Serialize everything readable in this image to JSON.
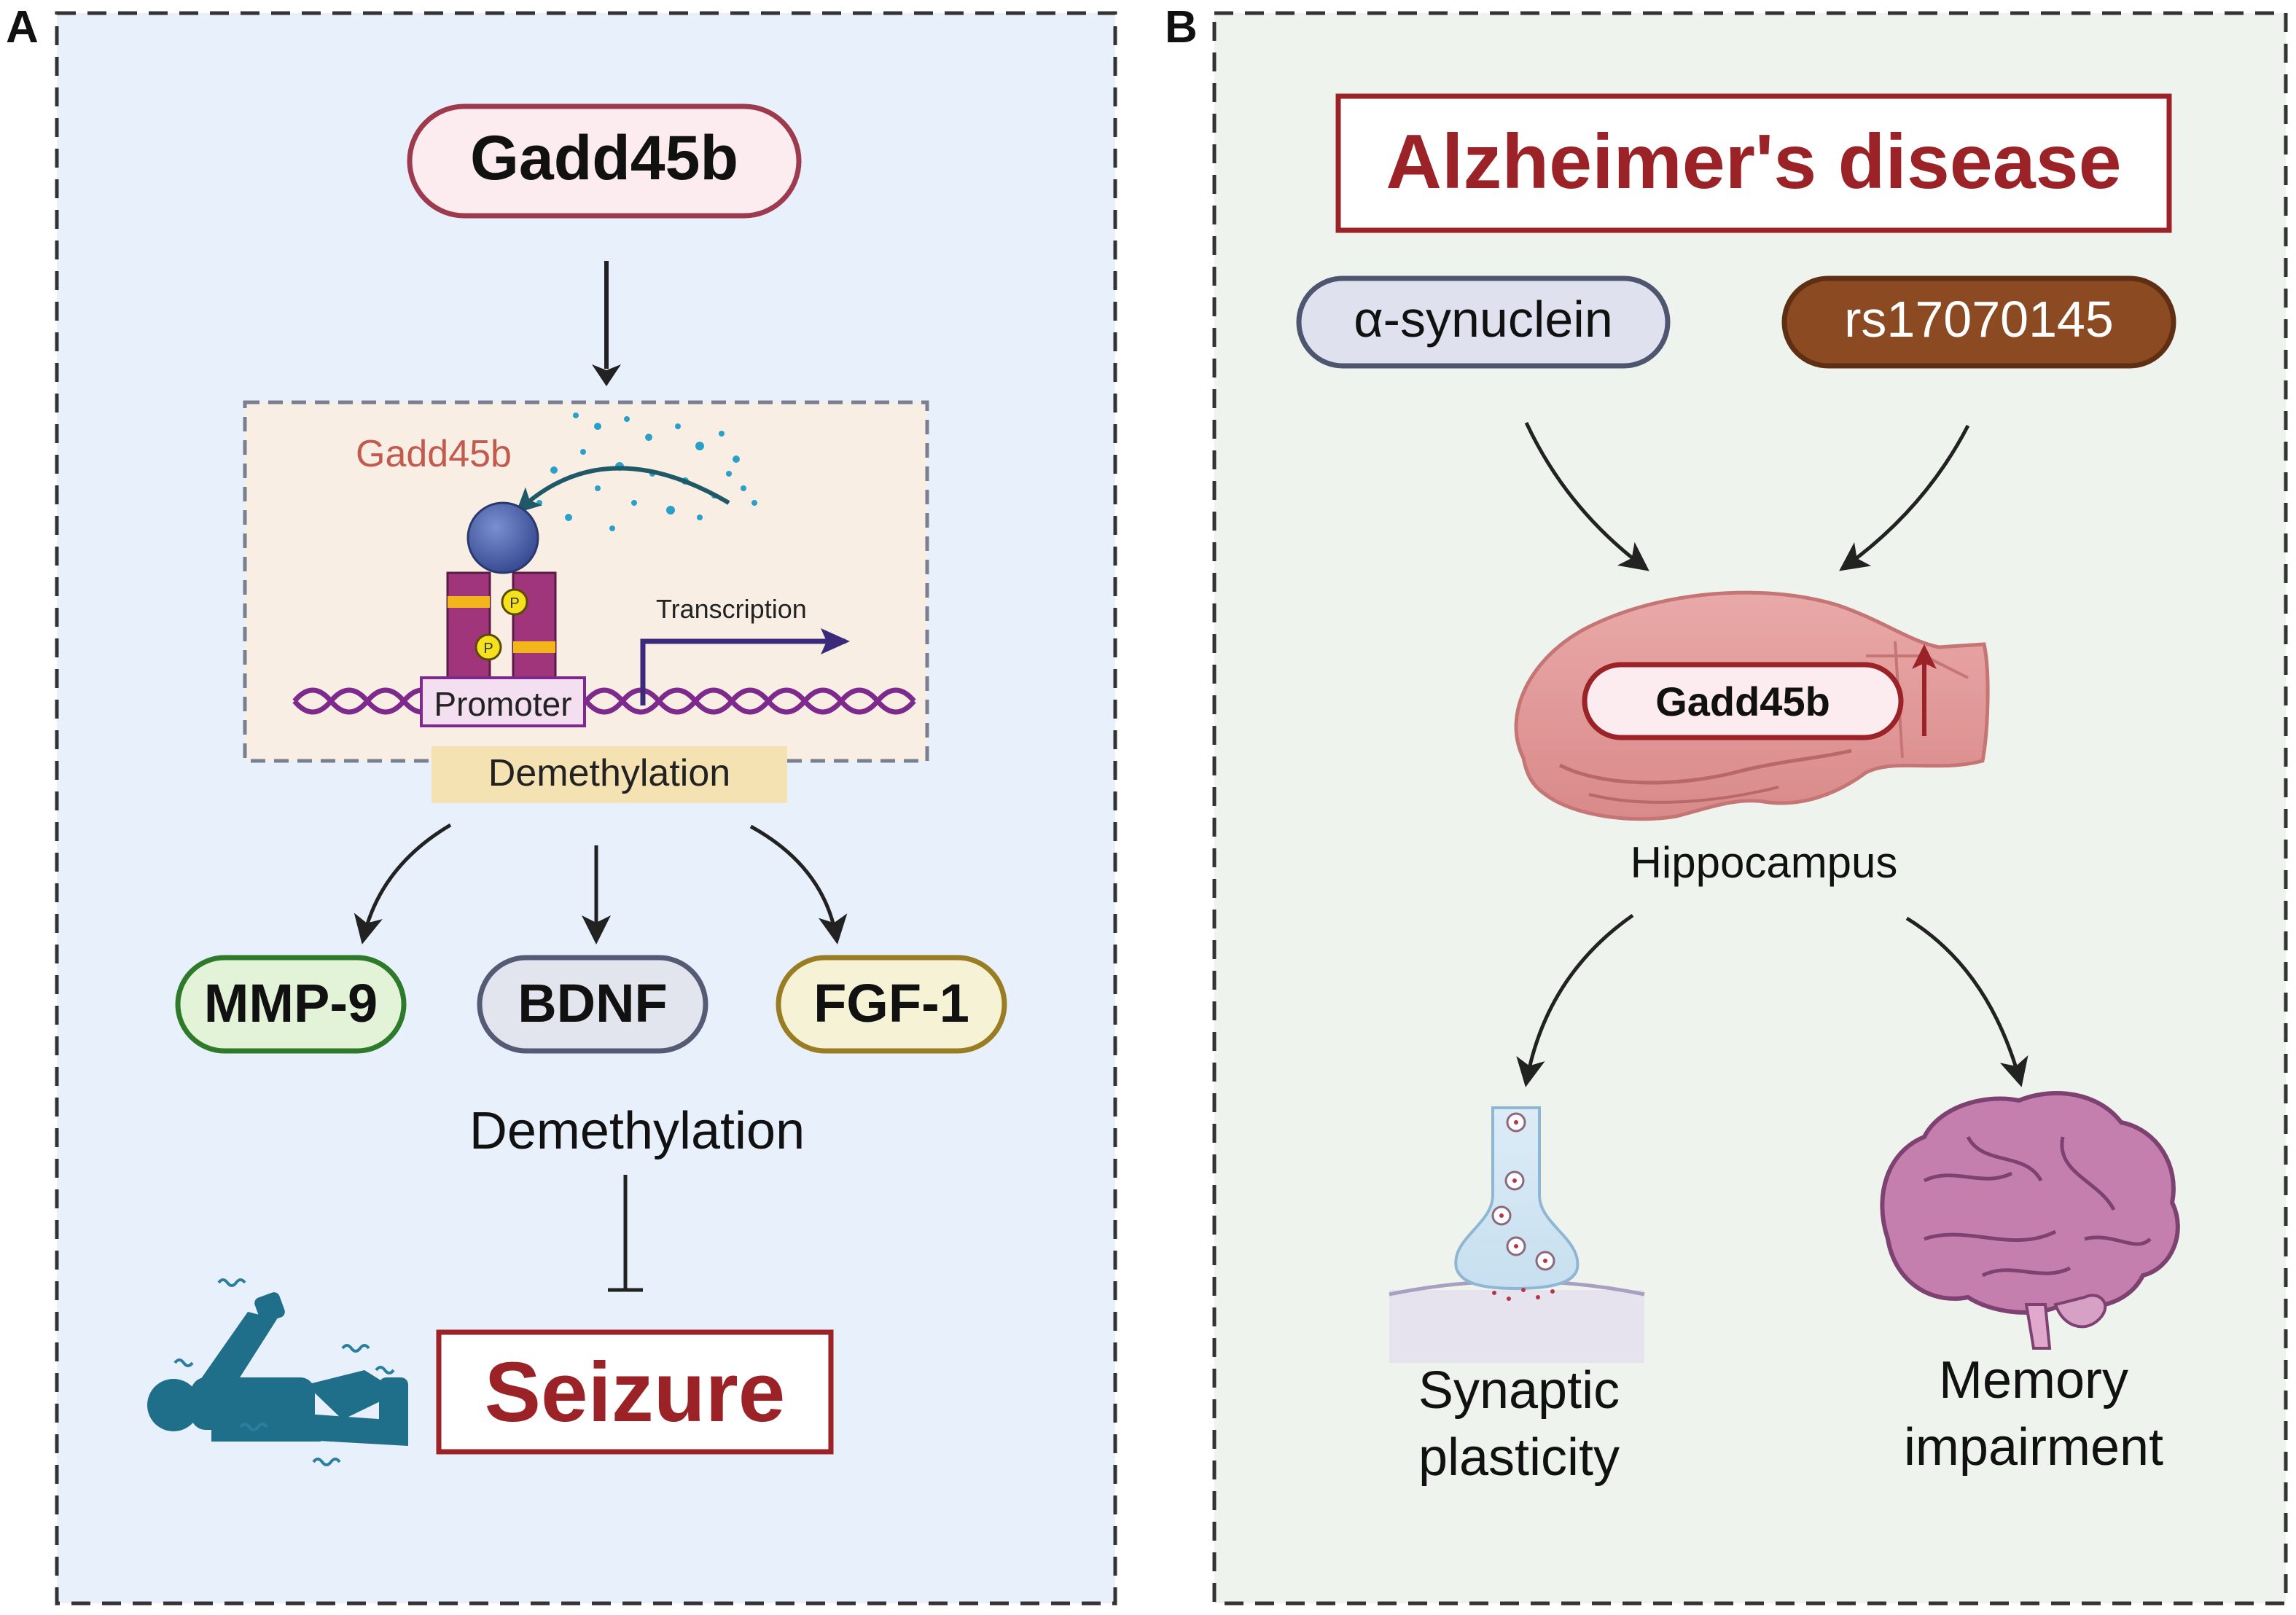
{
  "panel_a": {
    "letter": "A",
    "top_pill": "Gadd45b",
    "inset_gadd45b": "Gadd45b",
    "transcription": "Transcription",
    "promoter": "Promoter",
    "inset_demethylation": "Demethylation",
    "targets": [
      "MMP-9",
      "BDNF",
      "FGF-1"
    ],
    "demethylation": "Demethylation",
    "seizure": "Seizure"
  },
  "panel_b": {
    "letter": "B",
    "title": "Alzheimer's disease",
    "factor_left": "α-synuclein",
    "factor_right": "rs17070145",
    "hippocampus_pill": "Gadd45b",
    "hippocampus_label": "Hippocampus",
    "outcome_left": [
      "Synaptic",
      "plasticity"
    ],
    "outcome_right": [
      "Memory",
      "impairment"
    ]
  },
  "colors": {
    "panel_a_bg": "#e8f0fb",
    "panel_b_bg": "#eff3ee",
    "dark_red": "#9b2226",
    "pill_red_border": "#9e3a4e",
    "pill_red_fill": "#fcebef",
    "mmp9_fill": "#e2f3d8",
    "mmp9_border": "#2f7a2a",
    "bdnf_fill": "#e2e4ee",
    "bdnf_border": "#565b75",
    "fgf1_fill": "#f6f2d5",
    "fgf1_border": "#9a7d22",
    "asyn_fill": "#dfe2ee",
    "asyn_border": "#4e556f",
    "rs_fill": "#8b4a22",
    "rs_border": "#5e2f12",
    "figure_blue": "#1f6f8b",
    "brain_pink": "#c47fae"
  }
}
